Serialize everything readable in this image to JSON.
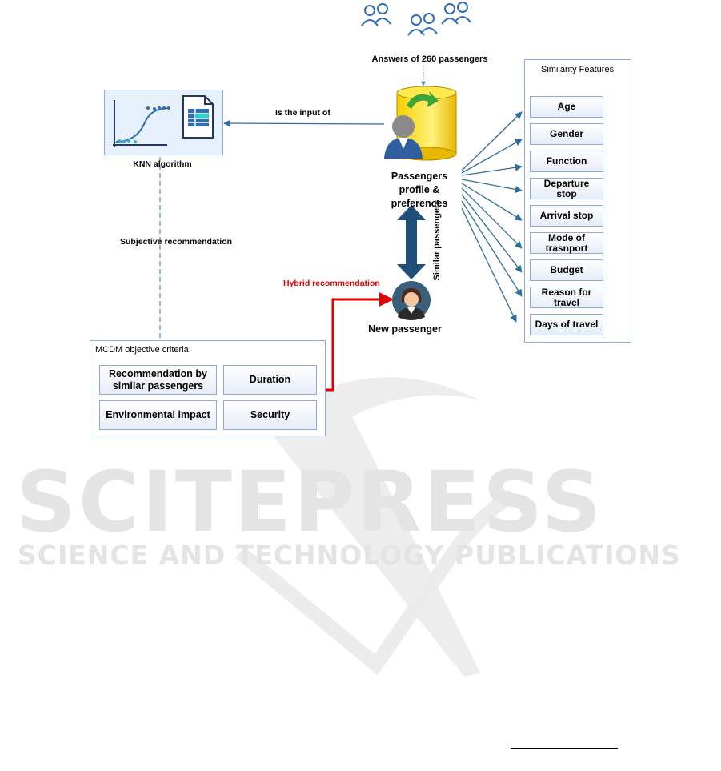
{
  "top_label": "Answers of 260 passengers",
  "knn": {
    "label": "KNN algorithm"
  },
  "edges": {
    "input_of": "Is the input of",
    "subjective": "Subjective recommendation",
    "similar": "Similar passengers",
    "hybrid": "Hybrid recommendation"
  },
  "profile": {
    "label_lines": [
      "Passengers",
      "profile &",
      "preferences"
    ]
  },
  "new_passenger": {
    "label": "New passenger"
  },
  "similarity_panel": {
    "title": "Similarity Features",
    "features": [
      {
        "lines": [
          "Age"
        ]
      },
      {
        "lines": [
          "Gender"
        ]
      },
      {
        "lines": [
          "Function"
        ]
      },
      {
        "lines": [
          "Departure",
          "stop"
        ]
      },
      {
        "lines": [
          "Arrival stop"
        ]
      },
      {
        "lines": [
          "Mode of",
          "trasnport"
        ]
      },
      {
        "lines": [
          "Budget"
        ]
      },
      {
        "lines": [
          "Reason for",
          "travel"
        ]
      },
      {
        "lines": [
          "Days of travel"
        ]
      }
    ]
  },
  "mcdm_panel": {
    "title": "MCDM objective criteria",
    "criteria": [
      {
        "lines": [
          "Recommendation  by",
          "similar passengers"
        ]
      },
      {
        "lines": [
          "Duration"
        ]
      },
      {
        "lines": [
          "Environmental impact"
        ]
      },
      {
        "lines": [
          "Security"
        ]
      }
    ]
  },
  "watermark": {
    "big": "SCITEPRESS",
    "small": "SCIENCE AND TECHNOLOGY PUBLICATIONS"
  },
  "colors": {
    "box_border": "#8eaad3",
    "arrow_blue": "#2e6e9e",
    "hybrid_red": "#e00000",
    "dark_teal_arrow": "#1f4e79"
  }
}
